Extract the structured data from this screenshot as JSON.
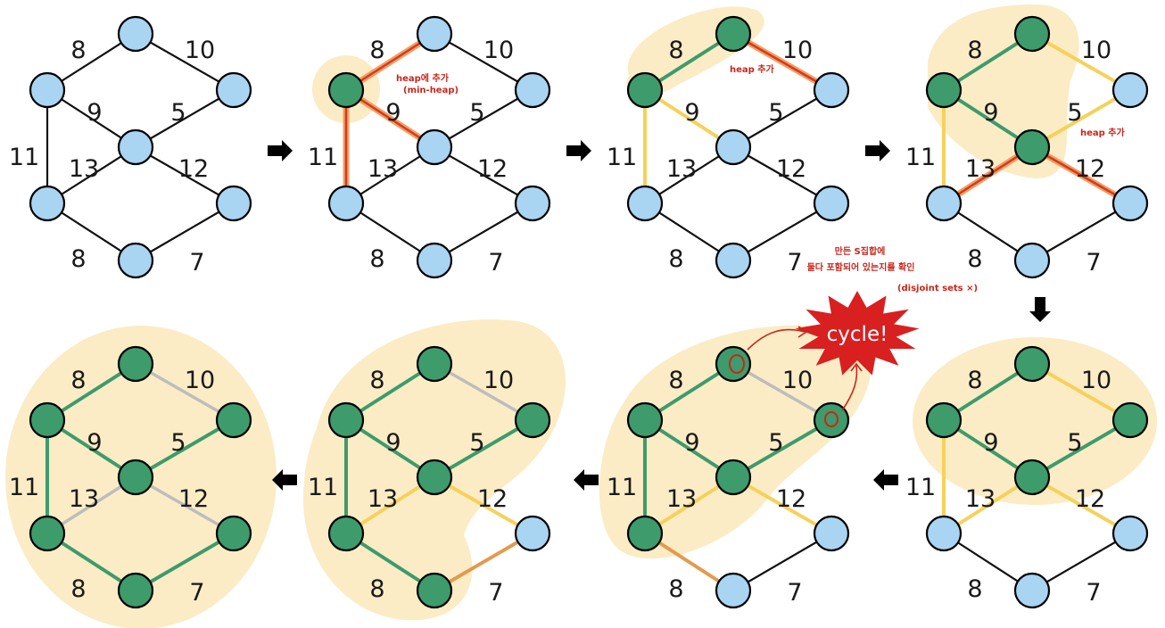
{
  "colors": {
    "node_default": "#a9d4f2",
    "node_visited": "#3e9b6b",
    "edge_default": "#111111",
    "edge_mst": "#3e9b6b",
    "edge_candidate": "#f6d15a",
    "edge_heap_new": "#d33a25",
    "edge_heap_glow": "#f2a061",
    "edge_orange": "#e49a4e",
    "edge_rejected": "#bdbdbd",
    "highlight": "#fbecc6",
    "burst": "#d82020",
    "annotation": "#c8261b"
  },
  "diagram": {
    "weights": {
      "AB": "8",
      "AC": "10",
      "BD": "9",
      "CD": "5",
      "BE": "11",
      "DE": "13",
      "DF": "12",
      "EG": "8",
      "FG": "7"
    },
    "annotations": {
      "heap_add_minheap": [
        "heap에 추가",
        "(min-heap)"
      ],
      "heap_add": "heap 추가",
      "disjoint_check": [
        "만든 S집합에",
        "둘다 포함되어 있는지를 확인",
        "(disjoint sets ×)"
      ]
    },
    "cycle_label": "cycle!",
    "steps": [
      {
        "visited": [],
        "edges": {}
      },
      {
        "visited": [
          "B"
        ],
        "edges": {
          "AB": "heap",
          "BD": "heap",
          "BE": "heap"
        }
      },
      {
        "visited": [
          "A",
          "B"
        ],
        "edges": {
          "AB": "mst",
          "AC": "heap",
          "BD": "candidate",
          "BE": "candidate"
        }
      },
      {
        "visited": [
          "A",
          "B",
          "D"
        ],
        "edges": {
          "AB": "mst",
          "BD": "mst",
          "AC": "candidate",
          "BE": "candidate",
          "CD": "candidate",
          "DE": "heap",
          "DF": "heap"
        }
      },
      {
        "visited": [
          "A",
          "B",
          "C",
          "D"
        ],
        "edges": {
          "AB": "mst",
          "BD": "mst",
          "CD": "mst",
          "AC": "candidate",
          "BE": "candidate",
          "DE": "candidate",
          "DF": "candidate"
        }
      },
      {
        "visited": [
          "A",
          "B",
          "C",
          "D",
          "E"
        ],
        "edges": {
          "AB": "mst",
          "BD": "mst",
          "CD": "mst",
          "BE": "mst",
          "AC": "rejected",
          "DE": "candidate",
          "DF": "candidate",
          "EG": "orange"
        }
      },
      {
        "visited": [
          "A",
          "B",
          "C",
          "D",
          "E",
          "G"
        ],
        "edges": {
          "AB": "mst",
          "BD": "mst",
          "CD": "mst",
          "BE": "mst",
          "EG": "mst",
          "AC": "rejected",
          "DE": "candidate",
          "DF": "candidate",
          "FG": "orange"
        }
      },
      {
        "visited": [
          "A",
          "B",
          "C",
          "D",
          "E",
          "F",
          "G"
        ],
        "edges": {
          "AB": "mst",
          "BD": "mst",
          "CD": "mst",
          "BE": "mst",
          "EG": "mst",
          "FG": "mst",
          "AC": "rejected",
          "DE": "rejected",
          "DF": "rejected"
        }
      }
    ]
  }
}
